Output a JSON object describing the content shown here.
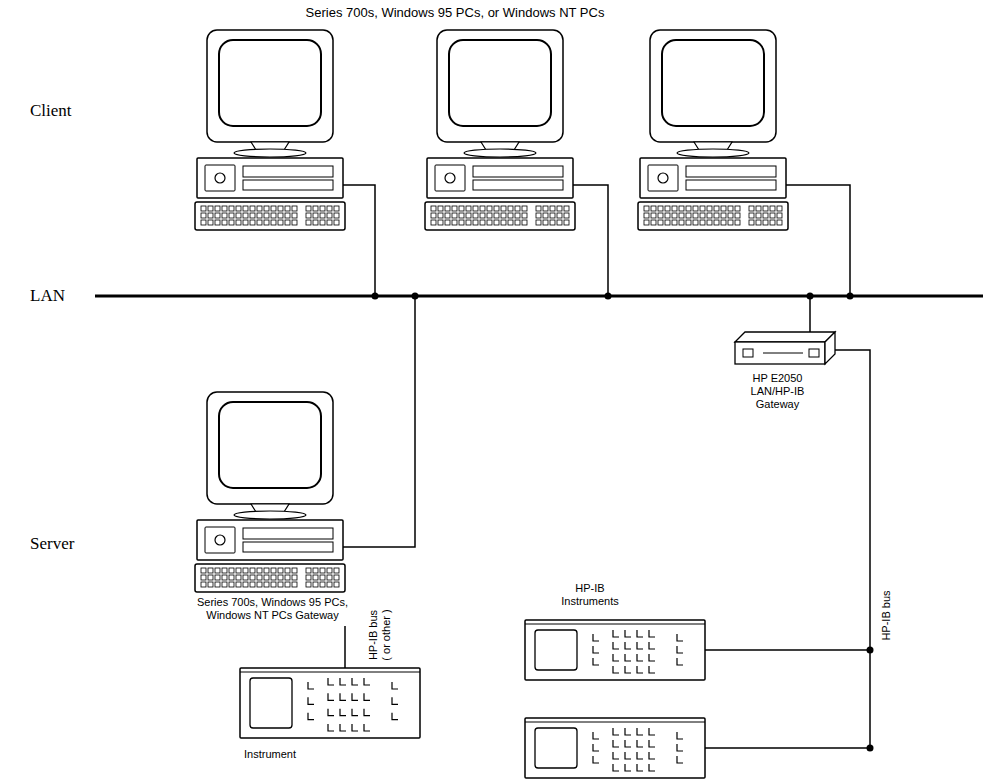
{
  "diagram": {
    "nodes": [
      {
        "text": [
          "HP E2050 LAN/HP-IB Gateway"
        ]
      },
      {
        "text": [
          "Series 700s, Windows 95 PCs, Windows NT PCs Gateway"
        ]
      },
      {
        "text": [
          "HP-IB Instruments"
        ]
      },
      {
        "text": [
          "Instrument"
        ]
      }
    ],
    "edges": [
      {
        "from": 1,
        "to": 3,
        "arrow": "none",
        "label": "HP-IB bus ( or other )"
      },
      {
        "from": 0,
        "to": 2,
        "arrow": "none",
        "label": "HP-IB bus"
      }
    ],
    "labels": [
      "Series 700s, Windows 95 PCs, or Windows NT PCs",
      "Client",
      "LAN",
      "Server"
    ]
  }
}
